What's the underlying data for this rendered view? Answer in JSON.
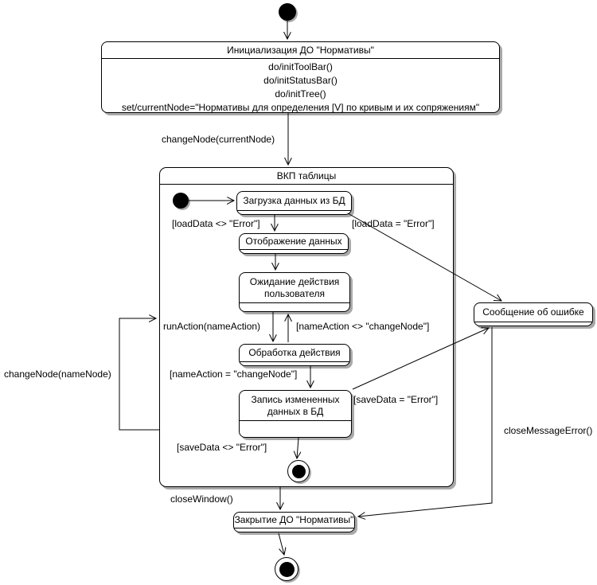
{
  "colors": {
    "line": "#000000",
    "state_fill": "#ffffff",
    "shadow": "#a9a9a9",
    "text": "#000000",
    "background": "#ffffff"
  },
  "states": {
    "init": {
      "name": "Инициализация ДО \"Нормативы\"",
      "action1": "do/initToolBar()",
      "action2": "do/initStatusBar()",
      "action3": "do/initTree()",
      "action4": "set/currentNode=\"Нормативы для определения [V] по кривым и их сопряжениям\""
    },
    "composite": {
      "name": "ВКП таблицы"
    },
    "load": {
      "name": "Загрузка данных из БД"
    },
    "display": {
      "name": "Отображение данных"
    },
    "wait": {
      "name": "Ожидание действия\nпользователя"
    },
    "process": {
      "name": "Обработка действия"
    },
    "save": {
      "name": "Запись измененных\nданных в БД"
    },
    "error": {
      "name": "Сообщение об ошибке"
    },
    "close": {
      "name": "Закрытие ДО \"Нормативы\""
    }
  },
  "transitions": {
    "change_current": "changeNode(currentNode)",
    "load_ok": "[loadData <> \"Error\"]",
    "load_err": "[loadData = \"Error\"]",
    "run_action": "runAction(nameAction)",
    "action_not_change": "[nameAction <> \"changeNode\"]",
    "action_change": "[nameAction = \"changeNode\"]",
    "save_err": "[saveData = \"Error\"]",
    "save_ok": "[saveData <> \"Error\"]",
    "change_name": "changeNode(nameNode)",
    "close_window": "closeWindow()",
    "close_msg": "closeMessageError()"
  }
}
